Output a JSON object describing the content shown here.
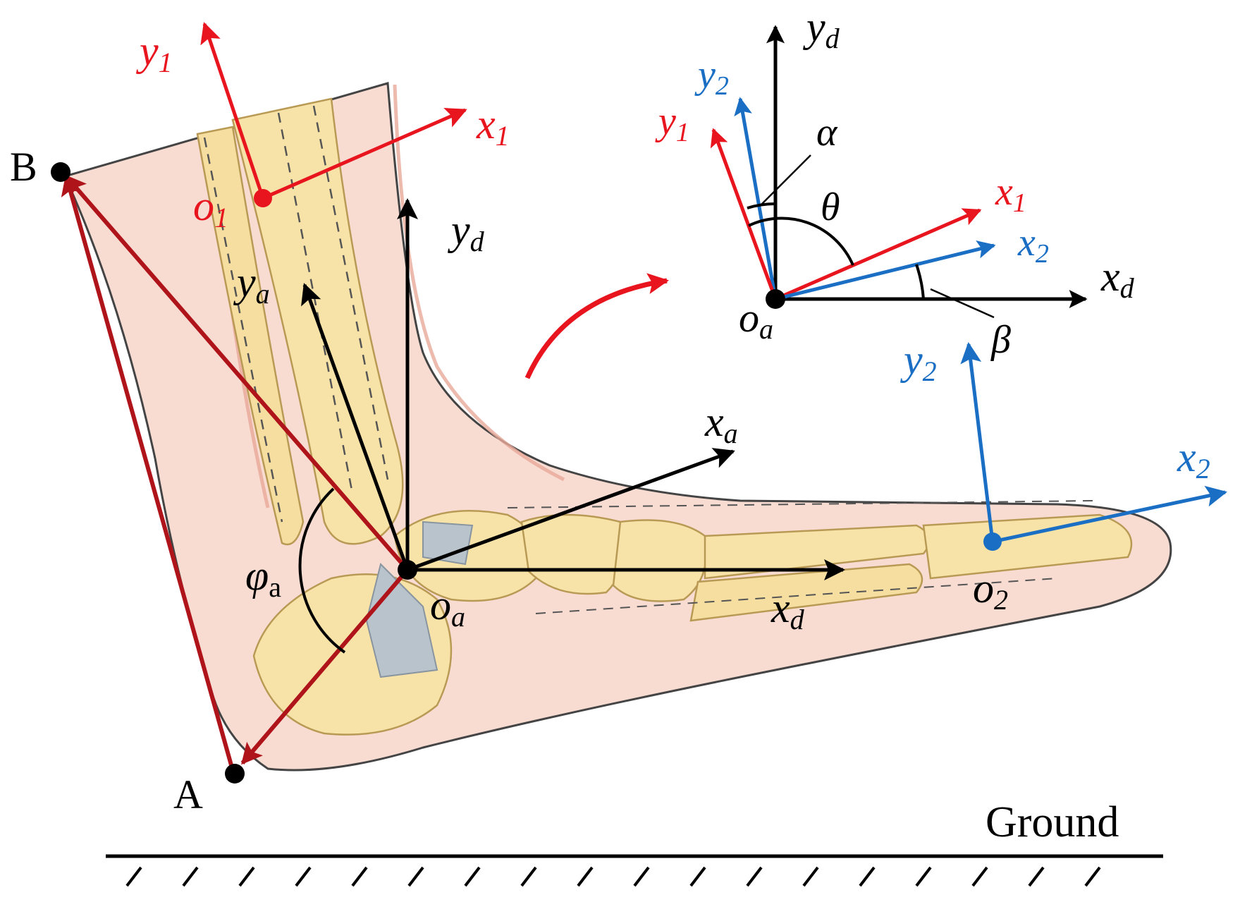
{
  "colors": {
    "black": "#000000",
    "red": "#e8141e",
    "dark_red": "#b0141b",
    "blue": "#1a6fc4",
    "skin": "#f8dcd2",
    "skin_edge": "#e9a99a",
    "bone": "#f7e3a8",
    "bone_edge": "#b99a55",
    "ligament": "#b9c3cc"
  },
  "points": {
    "B": "B",
    "A": "A"
  },
  "labels": {
    "y1_top": {
      "main": "y",
      "sub": "1"
    },
    "x1_top": {
      "main": "x",
      "sub": "1"
    },
    "o1": {
      "main": "o",
      "sub": "1"
    },
    "yd_main": {
      "main": "y",
      "sub": "d"
    },
    "ya": {
      "main": "y",
      "sub": "a"
    },
    "xa": {
      "main": "x",
      "sub": "a"
    },
    "xd_main": {
      "main": "x",
      "sub": "d"
    },
    "oa_main": {
      "main": "o",
      "sub": "a"
    },
    "phi_a": {
      "main": "φ",
      "sub": "a"
    },
    "y2_foot": {
      "main": "y",
      "sub": "2"
    },
    "x2_foot": {
      "main": "x",
      "sub": "2"
    },
    "o2": {
      "main": "o",
      "sub": "2"
    }
  },
  "inset": {
    "yd": {
      "main": "y",
      "sub": "d"
    },
    "y2": {
      "main": "y",
      "sub": "2"
    },
    "y1": {
      "main": "y",
      "sub": "1"
    },
    "alpha": "α",
    "theta": "θ",
    "x1": {
      "main": "x",
      "sub": "1"
    },
    "x2": {
      "main": "x",
      "sub": "2"
    },
    "xd": {
      "main": "x",
      "sub": "d"
    },
    "oa": {
      "main": "o",
      "sub": "a"
    },
    "beta": "β"
  },
  "ground": "Ground"
}
